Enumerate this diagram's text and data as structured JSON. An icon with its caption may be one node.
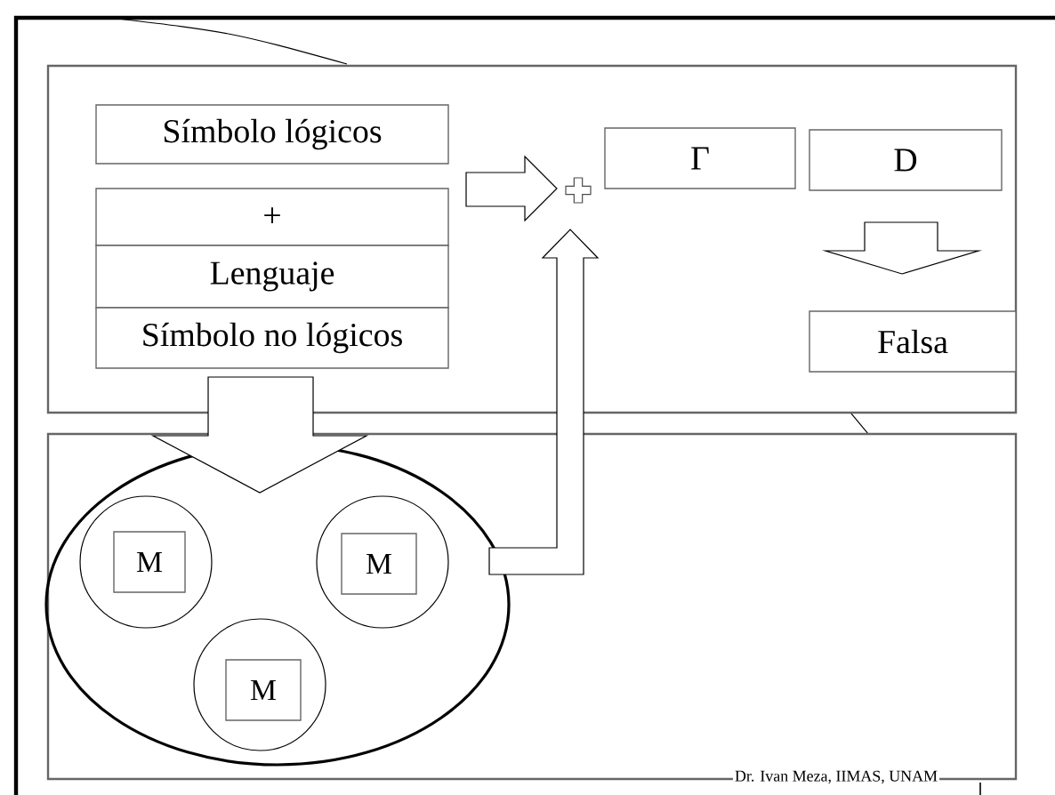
{
  "diagram": {
    "nodes": [
      {
        "text": [],
        "shape": "box"
      },
      {
        "text": [
          "Símbolo lógicos"
        ],
        "in": 0
      },
      {
        "text": [
          "+"
        ],
        "in": 0
      },
      {
        "text": [
          "Lenguaje"
        ],
        "in": 0
      },
      {
        "text": [
          "Símbolo no lógicos"
        ],
        "in": 0
      },
      {
        "text": [],
        "shape": "cross",
        "in": 0
      },
      {
        "text": [
          "Γ"
        ],
        "in": 0
      },
      {
        "text": [
          "D"
        ],
        "in": 0
      },
      {
        "text": [
          "Falsa"
        ],
        "in": 0
      },
      {
        "text": [],
        "shape": "box"
      },
      {
        "text": [],
        "shape": "ellipse",
        "in": 9
      },
      {
        "text": [],
        "shape": "circle",
        "in": 10
      },
      {
        "text": [
          "M"
        ],
        "in": 11
      },
      {
        "text": [],
        "shape": "circle",
        "in": 10
      },
      {
        "text": [
          "M"
        ],
        "in": 13
      },
      {
        "text": [],
        "shape": "circle",
        "in": 10
      },
      {
        "text": [
          "M"
        ],
        "in": 15
      }
    ],
    "edges": [
      {
        "from": 2,
        "to": 5,
        "arrow": "to"
      },
      {
        "from": 4,
        "to": 10,
        "arrow": "to"
      },
      {
        "from": 13,
        "to": 5,
        "arrow": "to"
      },
      {
        "from": 7,
        "to": 8,
        "arrow": "to"
      }
    ],
    "labels": [
      "Dr. Ivan Meza, IIMAS, UNAM"
    ]
  }
}
